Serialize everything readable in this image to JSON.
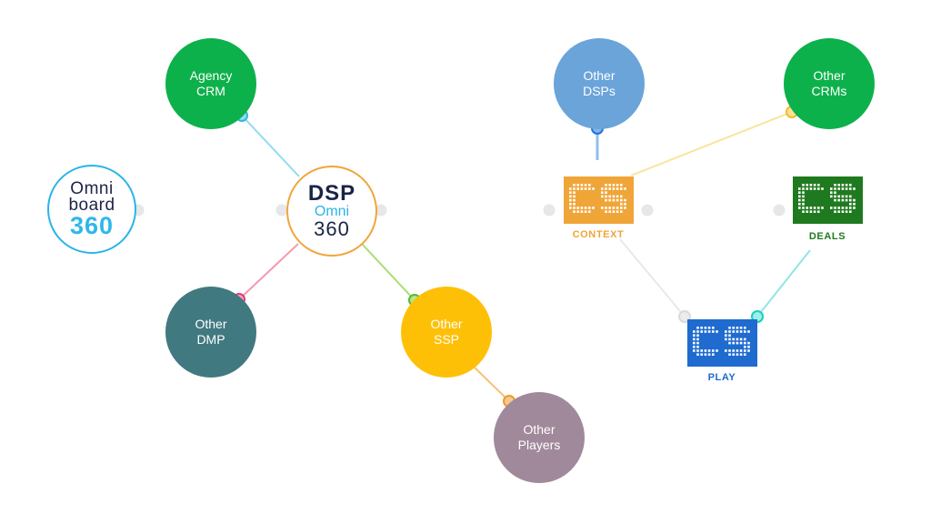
{
  "nodes": {
    "agency_crm": {
      "line1": "Agency",
      "line2": "CRM",
      "color": "#0db14b"
    },
    "other_dsps": {
      "line1": "Other",
      "line2": "DSPs",
      "color": "#6aa4d9"
    },
    "other_crms": {
      "line1": "Other",
      "line2": "CRMs",
      "color": "#0db14b"
    },
    "other_dmp": {
      "line1": "Other",
      "line2": "DMP",
      "color": "#417980"
    },
    "other_ssp": {
      "line1": "Other",
      "line2": "SSP",
      "color": "#fec007"
    },
    "other_players": {
      "line1": "Other",
      "line2": "Players",
      "color": "#a0899a"
    }
  },
  "omniboard": {
    "line1": "Omni",
    "line2": "board",
    "line3": "360"
  },
  "dsp": {
    "line1": "DSP",
    "line2": "Omni",
    "line3": "360"
  },
  "products": {
    "context": {
      "label": "CONTEXT",
      "color": "#f0a538"
    },
    "deals": {
      "label": "DEALS",
      "color": "#1f7a1f"
    },
    "play": {
      "label": "PLAY",
      "color": "#1f6bcf"
    }
  }
}
